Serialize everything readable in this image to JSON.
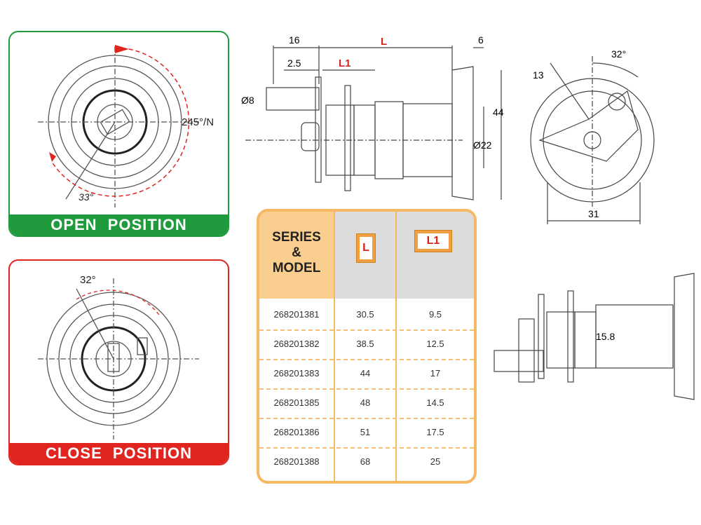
{
  "open_panel": {
    "label": "OPEN POSITION",
    "angle_label": "245°/N",
    "small_angle": "33°"
  },
  "close_panel": {
    "label": "CLOSE POSITION",
    "angle_label": "32°"
  },
  "side_view": {
    "dim_16": "16",
    "dim_L": "L",
    "dim_6": "6",
    "dim_2_5": "2.5",
    "dim_L1": "L1",
    "dim_d8": "Ø8",
    "dim_44": "44",
    "dim_d22": "Ø22"
  },
  "front_view": {
    "dim_32": "32°",
    "dim_13": "13",
    "dim_31": "31"
  },
  "side_view_2": {
    "dim_15_8": "15.8"
  },
  "table": {
    "header": {
      "series": "SERIES & MODEL",
      "l": "L",
      "l1": "L1"
    },
    "rows": [
      {
        "model": "268201381",
        "l": "30.5",
        "l1": "9.5"
      },
      {
        "model": "268201382",
        "l": "38.5",
        "l1": "12.5"
      },
      {
        "model": "268201383",
        "l": "44",
        "l1": "17"
      },
      {
        "model": "268201385",
        "l": "48",
        "l1": "14.5"
      },
      {
        "model": "268201386",
        "l": "51",
        "l1": "17.5"
      },
      {
        "model": "268201388",
        "l": "68",
        "l1": "25"
      }
    ]
  },
  "colors": {
    "open": "#1f9a3c",
    "close": "#e0241f",
    "table_border": "#f6b963",
    "dim_red": "#d8201c"
  }
}
